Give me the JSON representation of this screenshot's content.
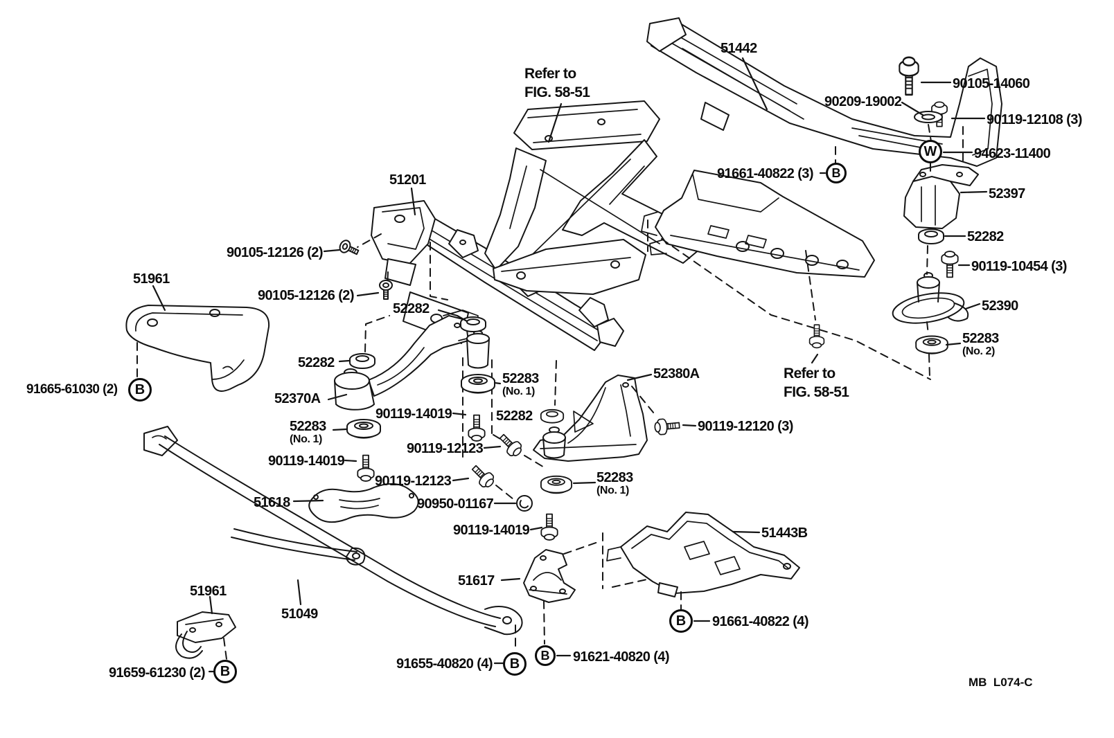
{
  "diagram": {
    "description": "Toyota suspension crossmember and engine mounting exploded parts diagram",
    "footer_code": "MB  L074-C",
    "symbols": {
      "b": "B",
      "w": "W"
    },
    "labels": {
      "refer_fig_top": {
        "line1": "Refer to",
        "line2": "FIG. 58-51"
      },
      "refer_fig_bottom": {
        "line1": "Refer to",
        "line2": "FIG. 58-51"
      },
      "p51442": {
        "text": "51442"
      },
      "p90105_14060": {
        "text": "90105-14060"
      },
      "p90209_19002": {
        "text": "90209-19002"
      },
      "p90119_12108": {
        "text": "90119-12108 (3)"
      },
      "p94623_11400": {
        "text": "94623-11400"
      },
      "p52397": {
        "text": "52397"
      },
      "p91661_40822_3": {
        "text": "91661-40822 (3)"
      },
      "p52282_right": {
        "text": "52282"
      },
      "p90119_10454": {
        "text": "90119-10454 (3)"
      },
      "p52390": {
        "text": "52390"
      },
      "p52283_no2": {
        "text": "52283",
        "sub": "(No. 2)"
      },
      "p51201": {
        "text": "51201"
      },
      "p90105_12126_a": {
        "text": "90105-12126 (2)"
      },
      "p90105_12126_b": {
        "text": "90105-12126 (2)"
      },
      "p51961_top": {
        "text": "51961"
      },
      "p91665_61030": {
        "text": "91665-61030 (2)"
      },
      "p52282_top": {
        "text": "52282"
      },
      "p52282_left": {
        "text": "52282"
      },
      "p52370A": {
        "text": "52370A"
      },
      "p52283_no1_left": {
        "text": "52283",
        "sub": "(No. 1)"
      },
      "p52283_no1_mid": {
        "text": "52283",
        "sub": "(No. 1)"
      },
      "p52283_no1_right": {
        "text": "52283",
        "sub": "(No. 1)"
      },
      "p52282_mid": {
        "text": "52282"
      },
      "p90119_14019_a": {
        "text": "90119-14019"
      },
      "p90119_14019_b": {
        "text": "90119-14019"
      },
      "p90119_14019_c": {
        "text": "90119-14019"
      },
      "p90119_12123_a": {
        "text": "90119-12123"
      },
      "p90119_12123_b": {
        "text": "90119-12123"
      },
      "p90950_01167": {
        "text": "90950-01167"
      },
      "p51618": {
        "text": "51618"
      },
      "p52380A": {
        "text": "52380A"
      },
      "p90119_12120": {
        "text": "90119-12120 (3)"
      },
      "p51443B": {
        "text": "51443B"
      },
      "p91661_40822_4": {
        "text": "91661-40822 (4)"
      },
      "p51617": {
        "text": "51617"
      },
      "p91655_40820": {
        "text": "91655-40820 (4)"
      },
      "p91621_40820": {
        "text": "91621-40820 (4)"
      },
      "p51049": {
        "text": "51049"
      },
      "p51961_bottom": {
        "text": "51961"
      },
      "p91659_61230": {
        "text": "91659-61230 (2)"
      }
    }
  }
}
